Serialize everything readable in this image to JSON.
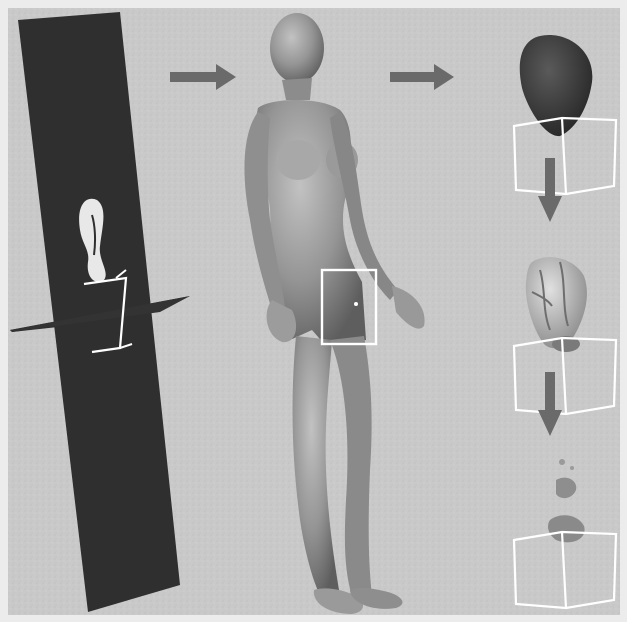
{
  "figure": {
    "background": "#cbcbcb",
    "frame": "#e6e6e6",
    "slice_color": "#2f2f2f",
    "body_color": "#8f8f8f",
    "highlight_box_color": "#ffffff",
    "arrow_color": "#6a6a6a",
    "panels": [
      {
        "name": "ct-slice-with-organ-section"
      },
      {
        "name": "3d-female-body-model-with-region-box"
      },
      {
        "name": "organ-stage-1-smooth"
      },
      {
        "name": "organ-stage-2-detailed"
      },
      {
        "name": "organ-stage-3-fragmented"
      }
    ]
  }
}
